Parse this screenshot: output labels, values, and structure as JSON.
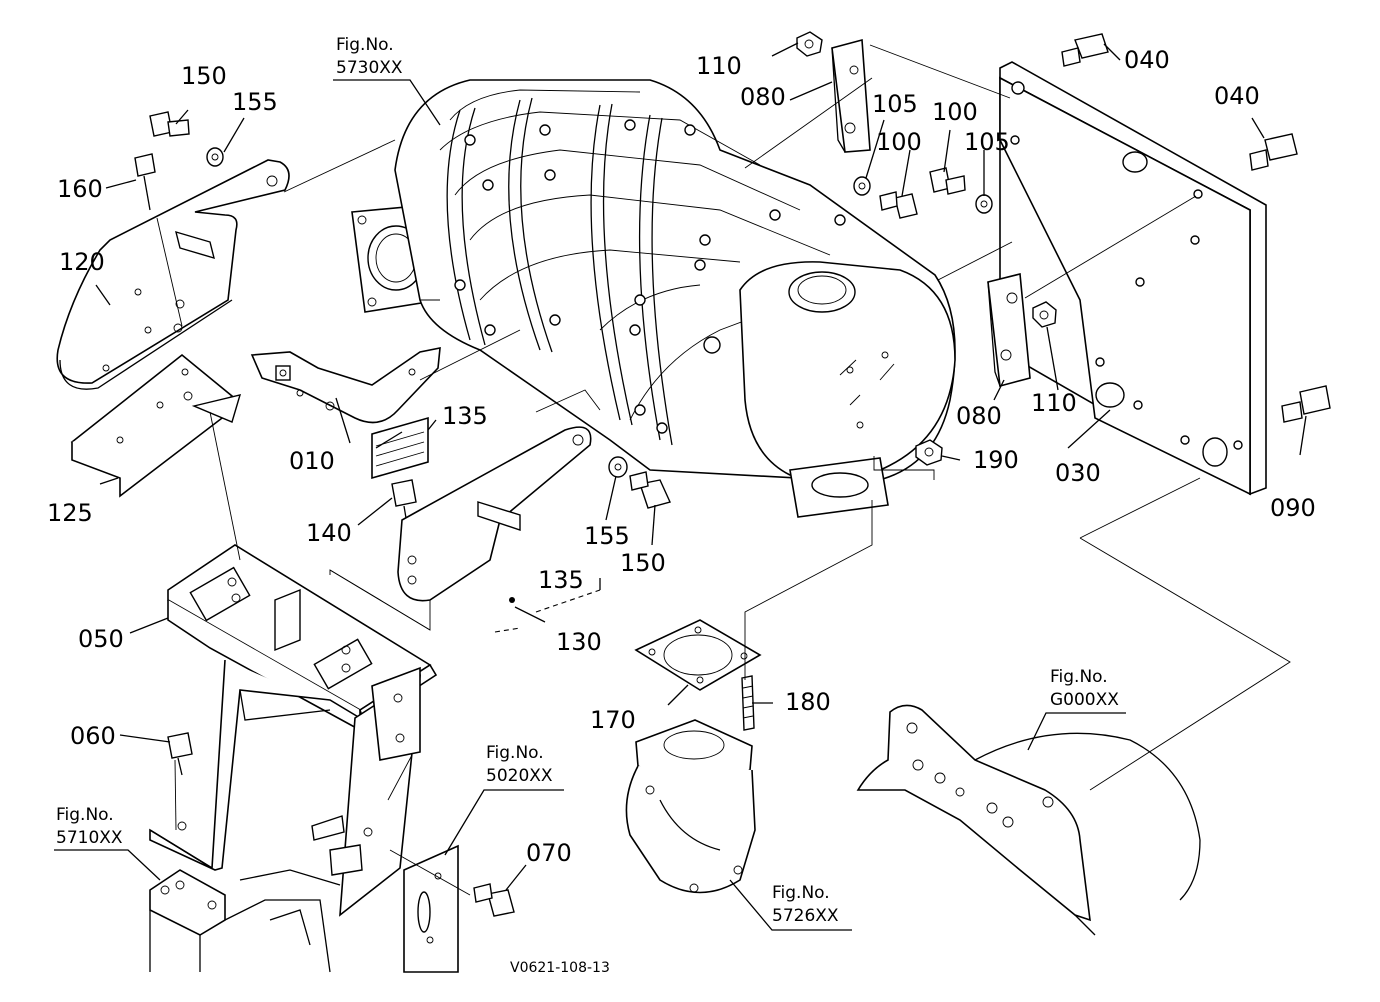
{
  "diagram_code": "V0621-108-13",
  "figure_refs": [
    {
      "id": "5730",
      "label_top": "Fig.No.",
      "label_bottom": "5730XX"
    },
    {
      "id": "5710",
      "label_top": "Fig.No.",
      "label_bottom": "5710XX"
    },
    {
      "id": "5020",
      "label_top": "Fig.No.",
      "label_bottom": "5020XX"
    },
    {
      "id": "5726",
      "label_top": "Fig.No.",
      "label_bottom": "5726XX"
    },
    {
      "id": "g000",
      "label_top": "Fig.No.",
      "label_bottom": "G000XX"
    }
  ],
  "part_labels": {
    "p010": "010",
    "p030": "030",
    "p040a": "040",
    "p040b": "040",
    "p050": "050",
    "p060": "060",
    "p070": "070",
    "p080a": "080",
    "p080b": "080",
    "p090": "090",
    "p100a": "100",
    "p100b": "100",
    "p105a": "105",
    "p105b": "105",
    "p110a": "110",
    "p110b": "110",
    "p120": "120",
    "p125": "125",
    "p130": "130",
    "p135a": "135",
    "p135b": "135",
    "p140": "140",
    "p150a": "150",
    "p150b": "150",
    "p155a": "155",
    "p155b": "155",
    "p160": "160",
    "p170": "170",
    "p180": "180",
    "p190": "190"
  }
}
